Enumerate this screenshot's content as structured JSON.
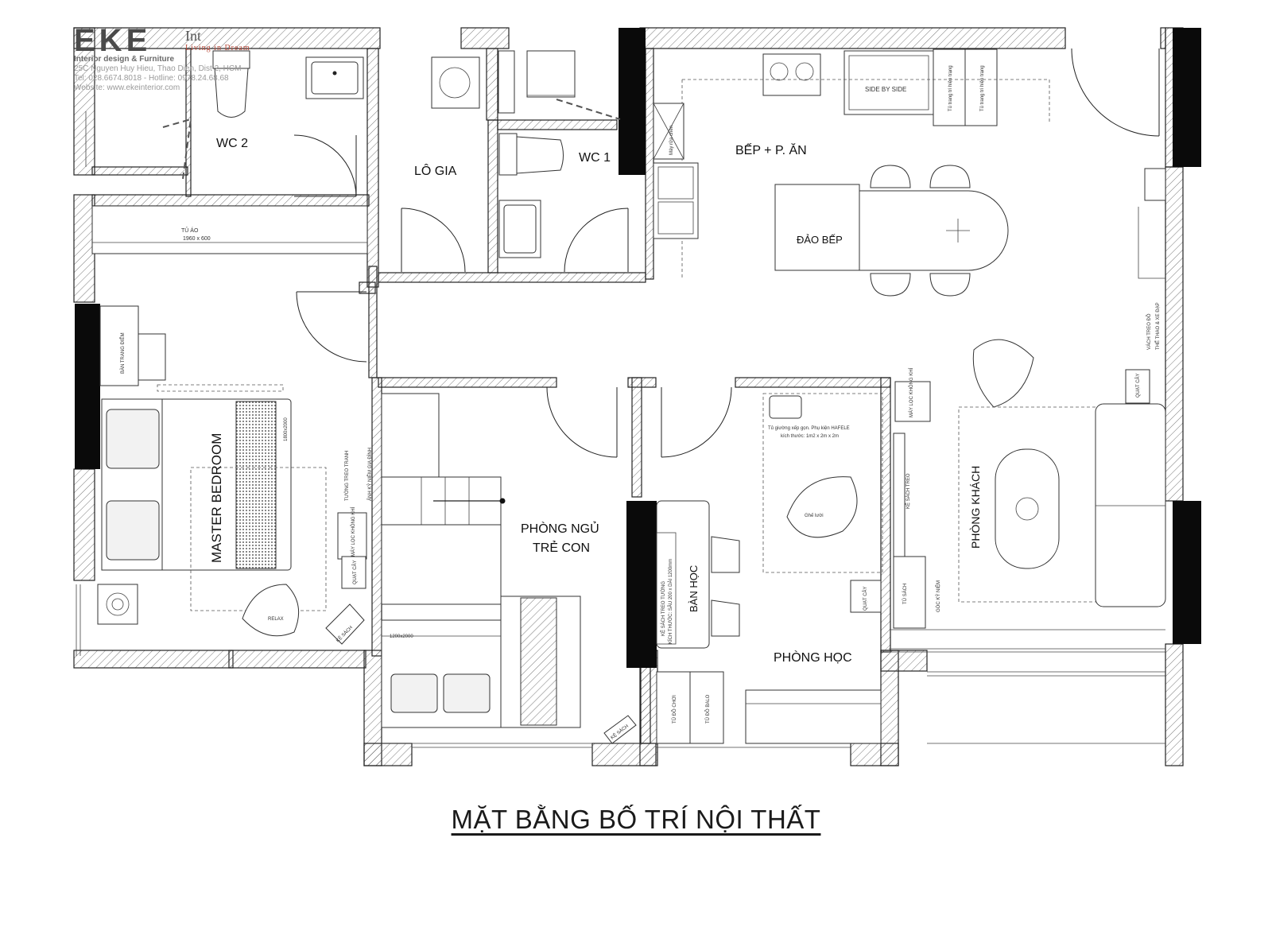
{
  "logo": {
    "mark": "EKE",
    "name_fragment": "Int",
    "tagline": "Living in Dream",
    "line1": "Interior design & Furniture",
    "line2": "25C Nguyen Huy Hieu, Thao Dien, Dist 2, HCM",
    "line3": "Tel: 028.6674.8018 - Hotline: 0978.24.68.68",
    "line4": "Website: www.ekeinterior.com"
  },
  "title": "MẶT BẰNG BỐ TRÍ NỘI THẤT",
  "rooms": {
    "wc2": "WC 2",
    "logia": "LÔ GIA",
    "wc1": "WC 1",
    "kitchen": "BẾP + P. ĂN",
    "kitchen_island": "ĐẢO BẾP",
    "master": "MASTER BEDROOM",
    "kids_line1": "PHÒNG NGỦ",
    "kids_line2": "TRẺ CON",
    "study": "PHÒNG HỌC",
    "study_desk": "BÀN HỌC",
    "living": "PHÒNG KHÁCH"
  },
  "labels": {
    "wardrobe": "TỦ ÁO",
    "wardrobe_size": "1960 x 600",
    "vanity": "BÀN TRANG ĐIỂM",
    "bed_master_size": "1800x2000",
    "wall_art_1": "TƯỜNG TREO TRANH",
    "wall_art_2": "ẢNH KỶ NIỆM GIA ĐÌNH",
    "air_purifier": "MÁY LỌC KHÔNG KHÍ",
    "fan": "QUẠT CÂY",
    "relax": "RELAX",
    "bookshelf": "KỆ SÁCH",
    "kids_bed_size": "1200x2000",
    "side_by_side": "SIDE BY SIDE",
    "fridge_cab_1": "Tủ trang trí hiện trạng",
    "fridge_cab_2": "Tủ trang trí hiện trạng",
    "dishwasher": "Máy rửa chén",
    "sport_rack_1": "VÁCH TREO ĐỒ",
    "sport_rack_2": "THỂ THAO & XE ĐẠP",
    "fan_living": "QUẠT CÂY",
    "air_purifier_living": "MÁY LỌC KHÔNG KHÍ",
    "hanging_shelf": "KỆ SÁCH TREO",
    "bookcase": "TỦ SÁCH",
    "memory_corner": "GÓC KỶ NIỆM",
    "murphy_1": "Tủ giường xếp gọn. Phụ kiện HAFELE",
    "murphy_2": "kích thước: 1m2 x 2m x 2m",
    "beanbag": "Ghế lười",
    "study_shelf_1": "KỆ SÁCH TREO TƯỜNG",
    "study_shelf_2": "KÍCH THƯỚC: SÂU 200 x DÀI 1200mm",
    "fan_study": "QUẠT CÂY",
    "toy_cab": "TỦ ĐỒ CHƠI",
    "backpack_cab": "TỦ ĐỒ BALO",
    "kids_shelf": "KỆ SÁCH"
  },
  "colors": {
    "wall_solid": "#0a0a0a",
    "line": "#222222",
    "logo": "#4a4a4a",
    "logo_accent": "#b94a3b"
  }
}
